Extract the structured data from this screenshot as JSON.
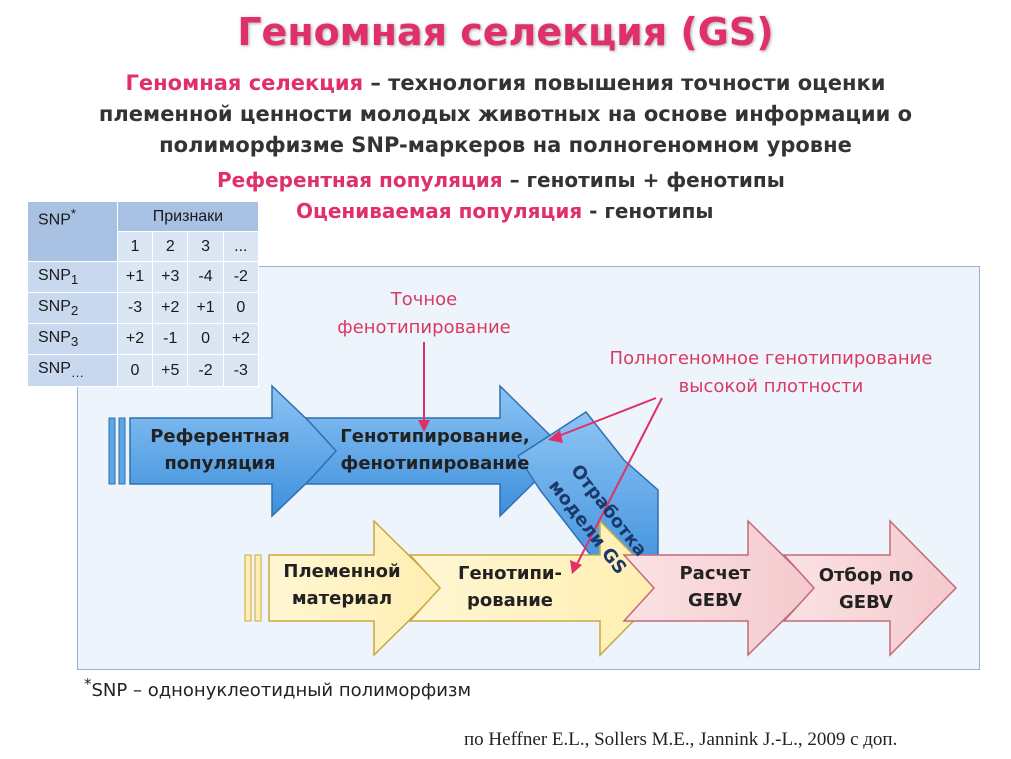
{
  "title": "Геномная селекция (GS)",
  "definition": {
    "term": "Геномная селекция",
    "line1_rest": " – технология повышения точности оценки",
    "line2": "племенной ценности молодых животных на основе информации о",
    "line3": "полиморфизме SNP-маркеров на полногеномном уровне"
  },
  "populations": {
    "ref_term": "Референтная популяция",
    "ref_rest": " – генотипы + фенотипы",
    "eval_term": "Оцениваемая популяция",
    "eval_rest": " - генотипы"
  },
  "table": {
    "corner": "SNP",
    "corner_sup": "*",
    "header": "Признаки",
    "trait_cols": [
      "1",
      "2",
      "3",
      "..."
    ],
    "rows": [
      {
        "snp": "SNP",
        "sub": "1",
        "values": [
          "+1",
          "+3",
          "-4",
          "-2"
        ]
      },
      {
        "snp": "SNP",
        "sub": "2",
        "values": [
          "-3",
          "+2",
          "+1",
          "0"
        ]
      },
      {
        "snp": "SNP",
        "sub": "3",
        "values": [
          "+2",
          "-1",
          "0",
          "+2"
        ]
      },
      {
        "snp": "SNP",
        "sub": "…",
        "values": [
          "0",
          "+5",
          "-2",
          "-3"
        ]
      }
    ]
  },
  "diagram": {
    "ref_population": [
      "Референтная",
      "популяция"
    ],
    "genotyping_phenotyping": [
      "Генотипирование,",
      "фенотипирование"
    ],
    "model_training": [
      "Отработка",
      "модели GS"
    ],
    "breeding_material": [
      "Племенной",
      "материал"
    ],
    "genotyping": [
      "Генотипи-",
      "рование"
    ],
    "gebv_calc": [
      "Расчет",
      "GEBV"
    ],
    "gebv_selection": [
      "Отбор по",
      "GEBV"
    ],
    "annotation_phenotyping": [
      "Точное",
      "фенотипирование"
    ],
    "annotation_genotyping": [
      "Полногеномное генотипирование",
      "высокой плотности"
    ]
  },
  "footnote": {
    "sup": "*",
    "text": "SNP – однонуклеотидный полиморфизм"
  },
  "source": "по Heffner E.L., Sollers M.E., Jannink J.-L., 2009 с доп.",
  "colors": {
    "accent_pink": "#e0306a",
    "arrow_blue": "#5ba7e8",
    "arrow_yellow": "#fff3c4",
    "arrow_pink": "#f6d3d6",
    "annotation_line": "#e0306a"
  }
}
